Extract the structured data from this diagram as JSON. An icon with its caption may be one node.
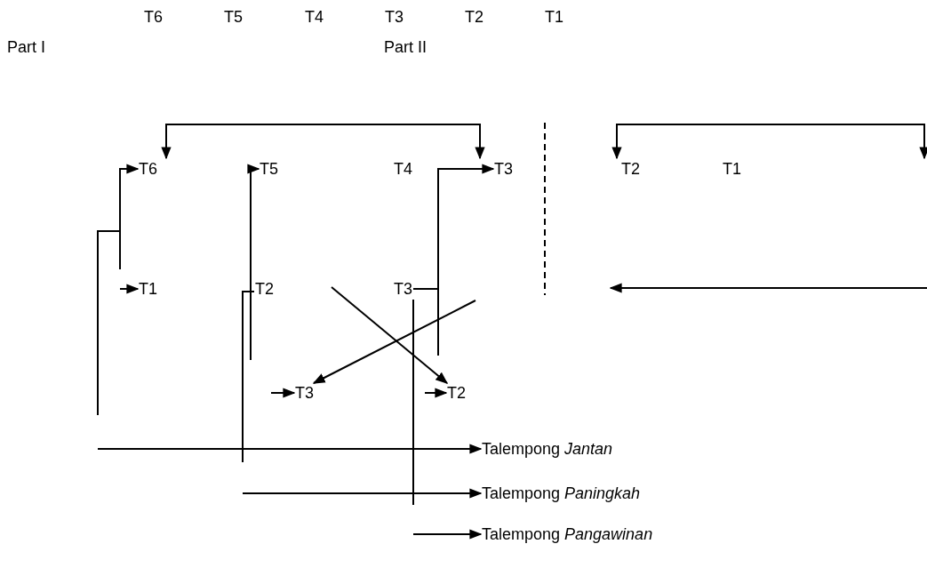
{
  "diagram": {
    "nodes": [
      {
        "text": [
          "T6"
        ]
      },
      {
        "text": [
          "T5"
        ]
      },
      {
        "text": [
          "T4"
        ]
      },
      {
        "text": [
          "T3"
        ]
      },
      {
        "text": [
          "T2"
        ]
      },
      {
        "text": [
          "T1"
        ]
      },
      {
        "text": [
          "T1"
        ]
      },
      {
        "text": [
          "T2"
        ]
      },
      {
        "text": [
          "T3"
        ]
      },
      {
        "text": [
          "T3"
        ]
      },
      {
        "text": [
          "T2"
        ]
      },
      {
        "text": [
          "Talempong *Jantan*"
        ]
      },
      {
        "text": [
          "Talempong *Paningkah*"
        ]
      },
      {
        "text": [
          "Talempong *Pangawinan*"
        ]
      }
    ],
    "edges": [
      {
        "from": 0,
        "to": 3,
        "arrow": "both"
      },
      {
        "from": null,
        "to": 4,
        "arrow": "both"
      },
      {
        "from": null,
        "to": 0,
        "arrow": "to"
      },
      {
        "from": null,
        "to": 6,
        "arrow": "to"
      },
      {
        "from": null,
        "to": 11,
        "arrow": "to"
      },
      {
        "from": null,
        "to": 1,
        "arrow": "to"
      },
      {
        "from": 7,
        "to": null,
        "arrow": "none"
      },
      {
        "from": null,
        "to": 12,
        "arrow": "to"
      },
      {
        "from": 8,
        "to": 3,
        "arrow": "to"
      },
      {
        "from": 8,
        "to": null,
        "arrow": "none"
      },
      {
        "from": null,
        "to": 13,
        "arrow": "to"
      },
      {
        "from": null,
        "to": 10,
        "arrow": "to"
      },
      {
        "from": null,
        "to": 9,
        "arrow": "to"
      },
      {
        "from": null,
        "to": 9,
        "arrow": "to"
      },
      {
        "from": null,
        "to": 10,
        "arrow": "to"
      }
    ],
    "labels": [
      "T6",
      "T5",
      "T4",
      "T3",
      "T2",
      "T1",
      "Part I",
      "Part II"
    ]
  }
}
